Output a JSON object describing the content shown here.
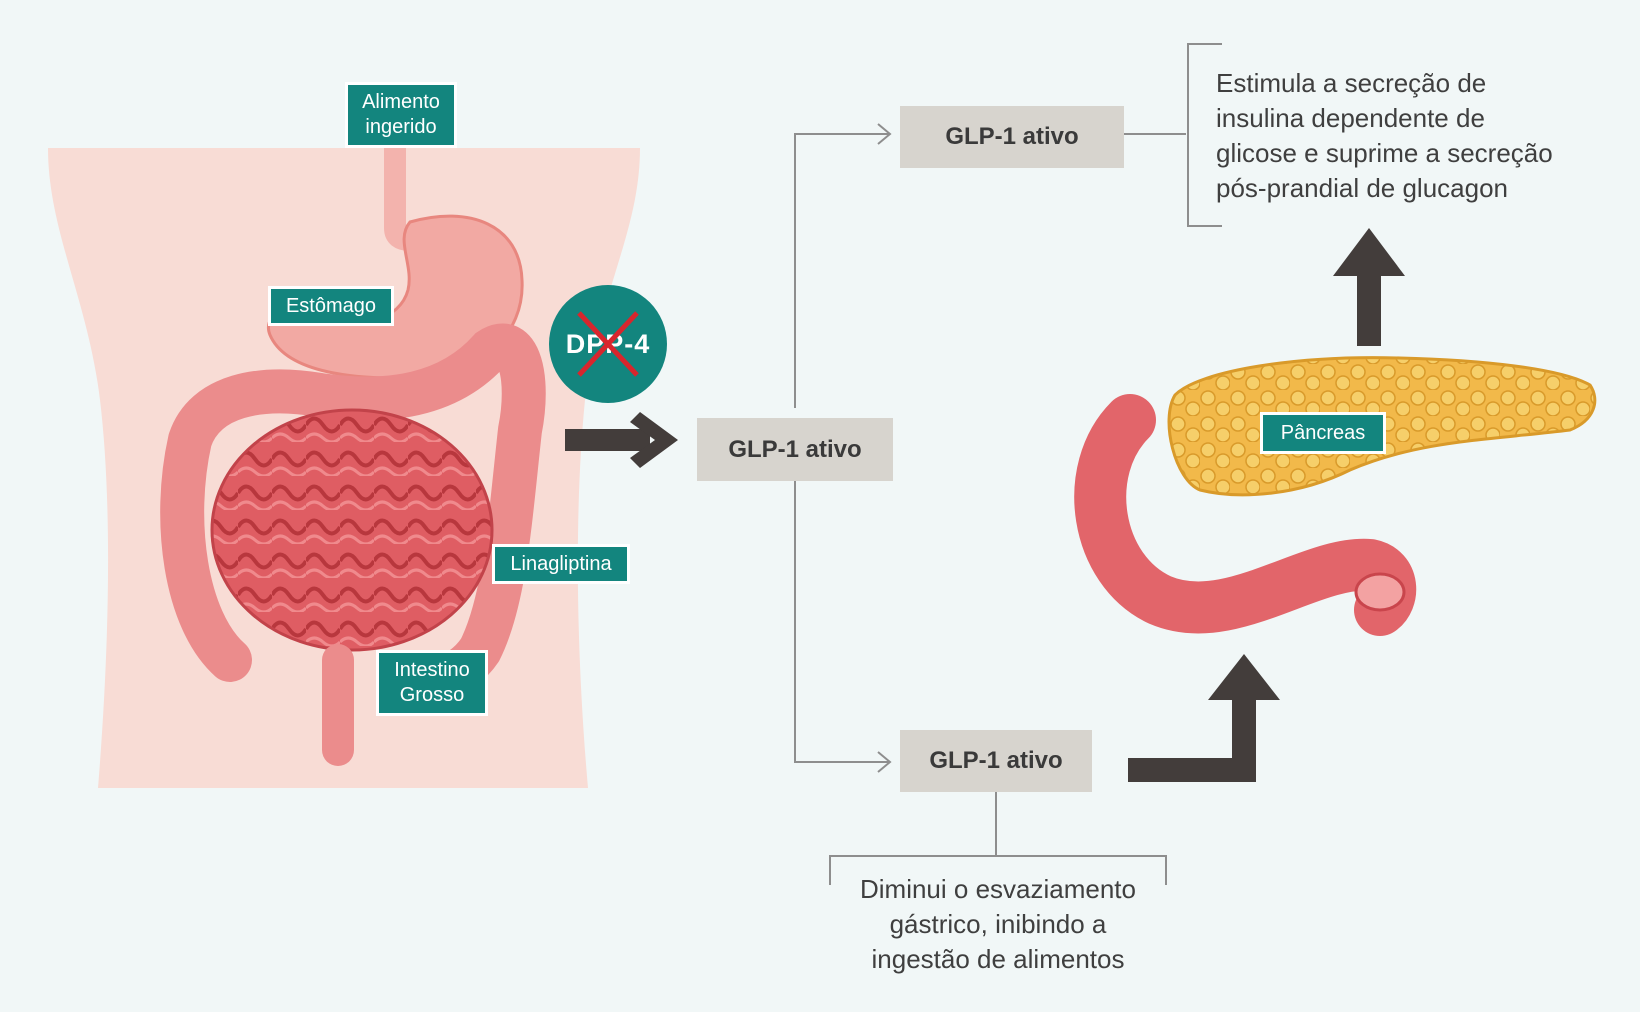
{
  "diagram": {
    "labels": {
      "food_ingested": "Alimento\ningerido",
      "stomach": "Estômago",
      "linagliptin": "Linagliptina",
      "large_intestine": "Intestino\nGrosso",
      "pancreas": "Pâncreas"
    },
    "enzyme": {
      "label": "DPP-4",
      "inhibited": true
    },
    "glp1_nodes": {
      "center": "GLP-1 ativo",
      "top": "GLP-1 ativo",
      "bottom": "GLP-1 ativo"
    },
    "effects": {
      "top": "Estimula a secreção de\ninsulina dependente de\nglicose e suprime a secreção\npós-prandial de glucagon",
      "bottom": "Diminui o esvaziamento\ngástrico, inibindo a\ningestão de alimentos"
    },
    "colors": {
      "teal": "#13857e",
      "glp_box": "#d7d4ce",
      "arrow": "#433d3b",
      "body": "#f8dcd5",
      "intestine": "#e2656a",
      "pancreas": "#f2b94a",
      "inhibit_cross": "#d8262d"
    }
  }
}
